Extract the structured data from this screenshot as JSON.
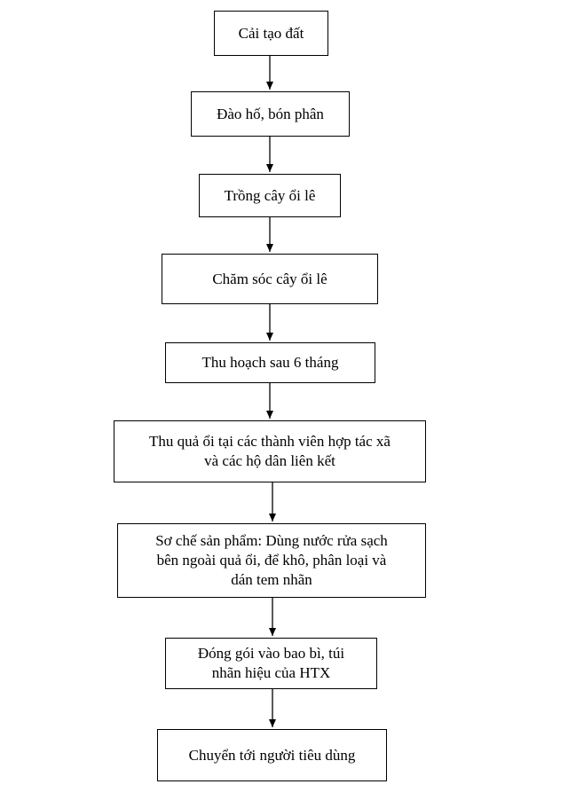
{
  "flowchart": {
    "steps": [
      {
        "id": "step-1",
        "label": "Cải tạo đất"
      },
      {
        "id": "step-2",
        "label": "Đào hố, bón phân"
      },
      {
        "id": "step-3",
        "label": "Trồng cây ổi lê"
      },
      {
        "id": "step-4",
        "label": "Chăm sóc cây ổi lê"
      },
      {
        "id": "step-5",
        "label": "Thu hoạch sau 6 tháng"
      },
      {
        "id": "step-6",
        "label": "Thu quả ổi tại các thành viên hợp tác xã\nvà các hộ dân liên kết"
      },
      {
        "id": "step-7",
        "label": "Sơ chế sản phẩm: Dùng nước rửa sạch\nbên ngoài quả ổi, để khô, phân loại và\ndán tem nhãn"
      },
      {
        "id": "step-8",
        "label": "Đóng gói vào bao bì, túi\nnhãn hiệu của HTX"
      },
      {
        "id": "step-9",
        "label": "Chuyển tới người tiêu dùng"
      }
    ],
    "colors": {
      "line": "#000000",
      "box_fill": "#ffffff",
      "text": "#000000"
    }
  }
}
